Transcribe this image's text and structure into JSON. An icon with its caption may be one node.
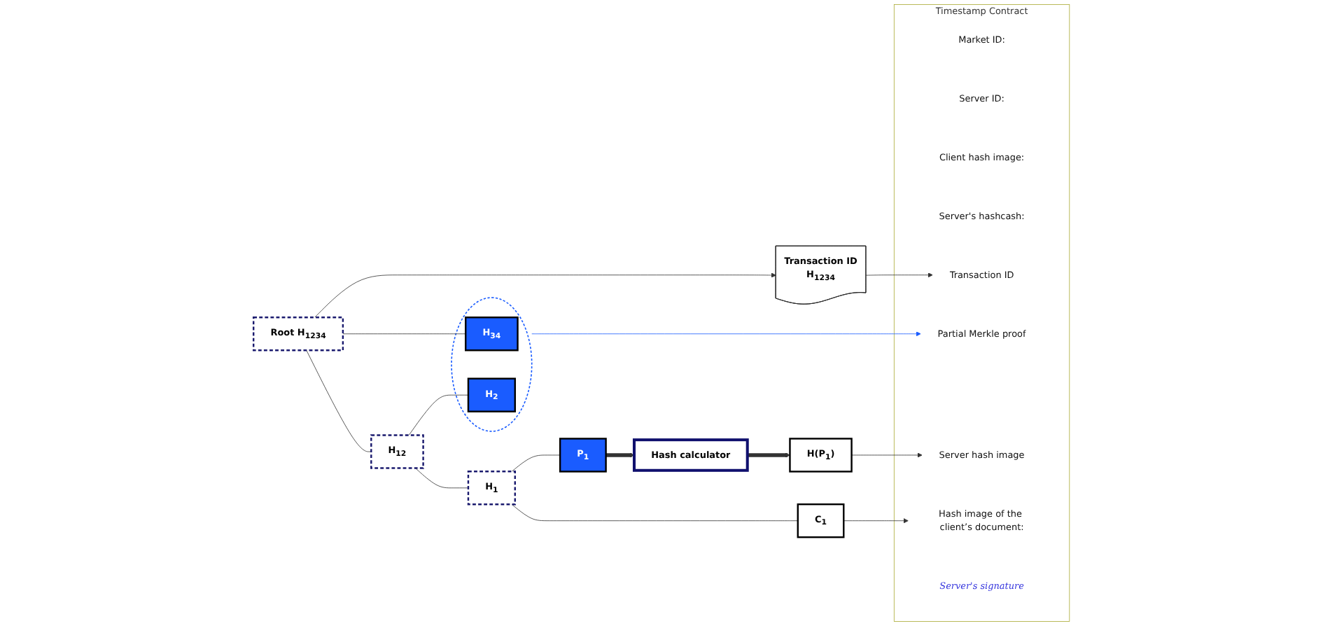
{
  "diagram": {
    "nodes": [
      {
        "text": [
          "Transaction ID",
          "H$_{1234}$"
        ]
      },
      {
        "text": [
          "Timestamp Contract"
        ]
      },
      {
        "text": [
          "Market ID:"
        ],
        "in": 1
      },
      {
        "text": [
          "Server ID:"
        ],
        "in": 1
      },
      {
        "text": [
          "Client hash image:"
        ],
        "in": 1
      },
      {
        "text": [
          "Server's hashcash:"
        ],
        "in": 1
      },
      {
        "text": [
          "Transaction ID"
        ],
        "in": 1
      },
      {
        "text": [
          "Partial Merkle proof"
        ],
        "in": 1
      },
      {
        "text": [
          "Server hash image"
        ],
        "in": 1
      },
      {
        "text": [
          "Hash image of the client’s document:"
        ],
        "in": 1
      },
      {
        "text": [
          "Server's signature"
        ],
        "in": 1
      },
      {
        "text": [
          "Root H$_{1234}$"
        ]
      },
      {
        "text": [
          "H$_{12}$"
        ]
      },
      {
        "text": [],
        "shape": "ellipse"
      },
      {
        "text": [
          "H$_{34}$"
        ],
        "in": 13
      },
      {
        "text": [
          "H$_{1}$"
        ]
      },
      {
        "text": [
          "H$_{2}$"
        ],
        "in": 13
      },
      {
        "text": [
          "C$_{1}$"
        ]
      },
      {
        "text": [
          "P$_{1}$"
        ]
      },
      {
        "text": [
          "Hash calculator"
        ]
      },
      {
        "text": [
          "H(P$_{1}$)"
        ]
      }
    ],
    "edges": [
      {
        "from": 11,
        "to": 0,
        "arrow": "to"
      },
      {
        "from": 0,
        "to": 6,
        "arrow": "to"
      },
      {
        "from": 11,
        "to": 12,
        "arrow": "none"
      },
      {
        "from": 11,
        "to": 14,
        "arrow": "none"
      },
      {
        "from": 12,
        "to": 15,
        "arrow": "none"
      },
      {
        "from": 12,
        "to": 16,
        "arrow": "none"
      },
      {
        "from": 15,
        "to": 17,
        "arrow": "none"
      },
      {
        "from": 15,
        "to": 18,
        "arrow": "none"
      },
      {
        "from": 13,
        "to": 7,
        "arrow": "to",
        "color": "#1a5cff"
      },
      {
        "from": 18,
        "to": 19,
        "arrow": "to",
        "style": "thick"
      },
      {
        "from": 19,
        "to": 20,
        "arrow": "to",
        "style": "thick"
      },
      {
        "from": 20,
        "to": 8,
        "arrow": "to"
      },
      {
        "from": 17,
        "to": 9,
        "arrow": "to"
      }
    ]
  }
}
